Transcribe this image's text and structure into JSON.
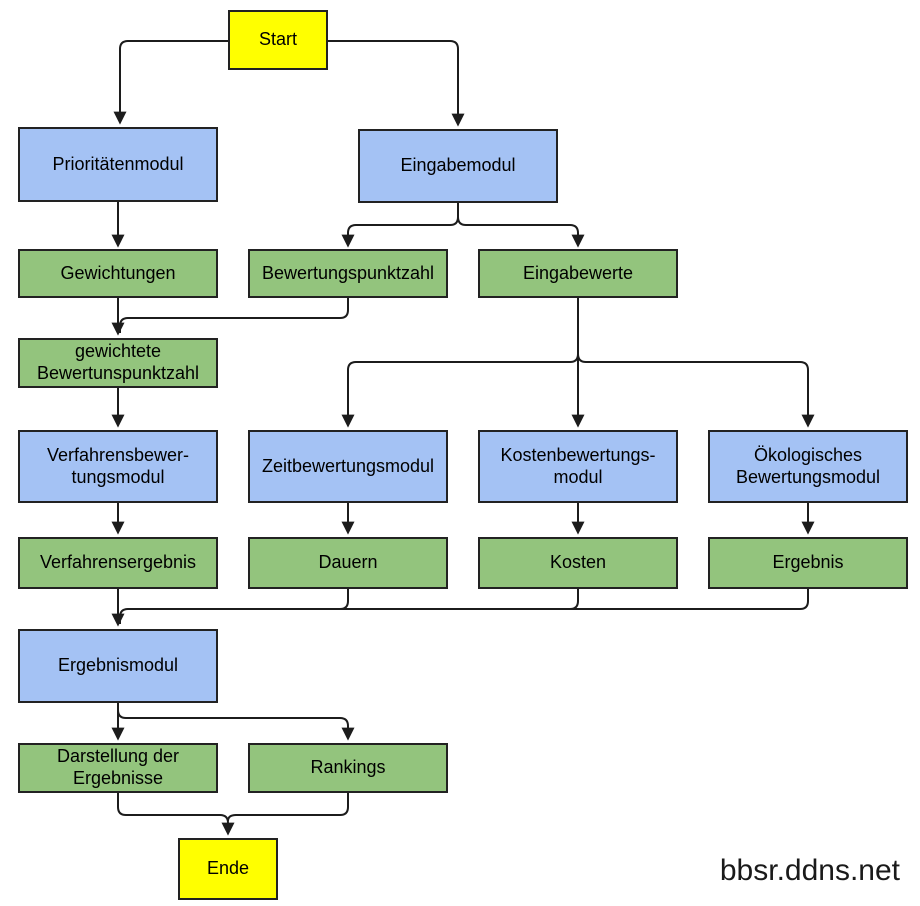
{
  "diagram": {
    "watermark": "bbsr.ddns.net"
  },
  "colors": {
    "terminal_fill": "#ffff00",
    "module_fill": "#a4c2f4",
    "data_fill": "#93c47d",
    "box_border": "#222222",
    "connector": "#1c1c1c",
    "text": "#000000",
    "background": "#ffffff",
    "watermark_text": "#1a1a1a"
  },
  "nodes": {
    "start": {
      "label": "Start",
      "type": "terminal"
    },
    "prioritaetenmodul": {
      "label": "Prioritätenmodul",
      "type": "module"
    },
    "eingabemodul": {
      "label": "Eingabemodul",
      "type": "module"
    },
    "gewichtungen": {
      "label": "Gewichtungen",
      "type": "data"
    },
    "bewertungspunktzahl": {
      "label": "Bewertungspunktzahl",
      "type": "data"
    },
    "eingabewerte": {
      "label": "Eingabewerte",
      "type": "data"
    },
    "gewichtete_bewertunspunktzahl": {
      "label": "gewichtete\nBewertunspunktzahl",
      "type": "data"
    },
    "verfahrensbewertungsmodul": {
      "label": "Verfahrensbewer-\ntungsmodul",
      "type": "module"
    },
    "zeitbewertungsmodul": {
      "label": "Zeitbewertungsmodul",
      "type": "module"
    },
    "kostenbewertungsmodul": {
      "label": "Kostenbewertungs-\nmodul",
      "type": "module"
    },
    "oekologisches_bewertungsmodul": {
      "label": "Ökologisches\nBewertungsmodul",
      "type": "module"
    },
    "verfahrensergebnis": {
      "label": "Verfahrensergebnis",
      "type": "data"
    },
    "dauern": {
      "label": "Dauern",
      "type": "data"
    },
    "kosten": {
      "label": "Kosten",
      "type": "data"
    },
    "ergebnis": {
      "label": "Ergebnis",
      "type": "data"
    },
    "ergebnismodul": {
      "label": "Ergebnismodul",
      "type": "module"
    },
    "darstellung_der_ergebnisse": {
      "label": "Darstellung der\nErgebnisse",
      "type": "data"
    },
    "rankings": {
      "label": "Rankings",
      "type": "data"
    },
    "ende": {
      "label": "Ende",
      "type": "terminal"
    }
  }
}
